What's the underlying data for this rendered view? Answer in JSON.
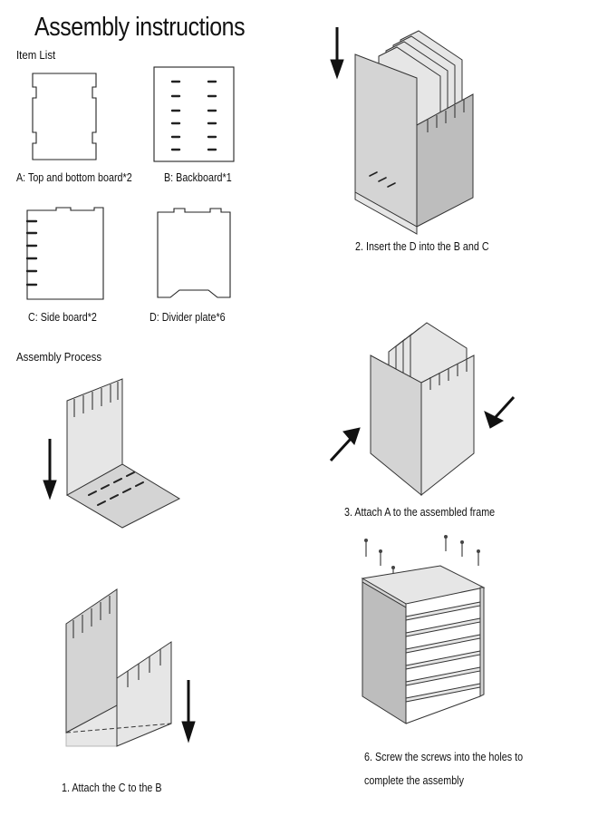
{
  "title": "Assembly instructions",
  "item_list": {
    "heading": "Item List",
    "items": [
      {
        "label": "A: Top and bottom board*2"
      },
      {
        "label": "B: Backboard*1"
      },
      {
        "label": "C: Side board*2"
      },
      {
        "label": "D: Divider plate*6"
      }
    ]
  },
  "process": {
    "heading": "Assembly Process",
    "steps": [
      {
        "label": "1. Attach the C to the B"
      },
      {
        "label": "2. Insert the D into the B and C"
      },
      {
        "label": "3. Attach A to the assembled frame"
      },
      {
        "line1": "6. Screw the screws into the holes to",
        "line2": "complete the assembly"
      }
    ]
  },
  "colors": {
    "face_light": "#e6e6e6",
    "face_mid": "#d4d4d4",
    "face_dark": "#bdbdbd",
    "ink": "#111111"
  }
}
